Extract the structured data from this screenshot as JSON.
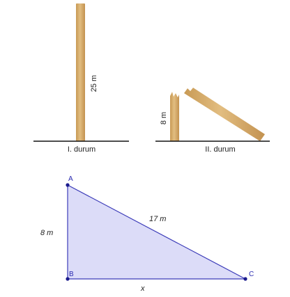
{
  "colors": {
    "pole": "#d4a865",
    "pole_shadow": "#b98a45",
    "ground": "#111111",
    "triangle_fill": "#dcdcf8",
    "triangle_stroke": "#3b3bb8",
    "vertex": "#1b1b8c"
  },
  "scene1": {
    "height_label": "25 m",
    "caption": "I. durum"
  },
  "scene2": {
    "height_label": "8 m",
    "caption": "II. durum"
  },
  "triangle": {
    "vertex_a": "A",
    "vertex_b": "B",
    "vertex_c": "C",
    "side_ab": "8 m",
    "side_ac": "17 m",
    "side_bc": "x"
  }
}
